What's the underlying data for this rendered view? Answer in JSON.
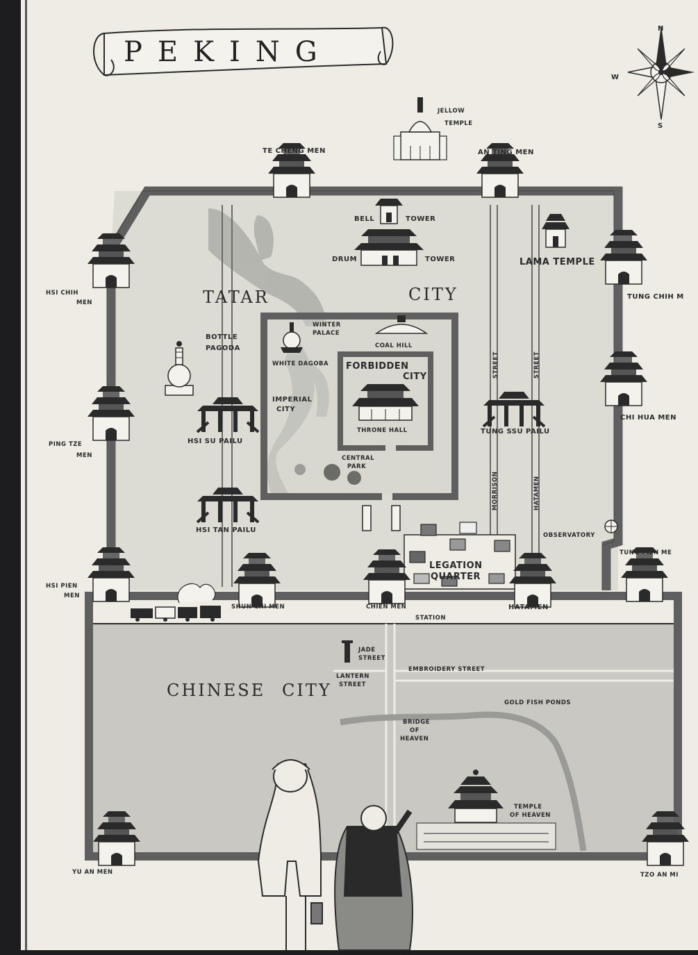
{
  "map": {
    "title": "PEKING",
    "compass": {
      "north": "N",
      "south": "S",
      "west": "W"
    },
    "districts": {
      "tatar": "TATAR",
      "tatar_city": "CITY",
      "chinese": "CHINESE",
      "chinese_city": "CITY"
    },
    "gates": {
      "te_cheng_men": "TE CHENG MEN",
      "an_ting_men": "AN TING MEN",
      "hsi_chih_men_1": "HSI CHIH",
      "hsi_chih_men_2": "MEN",
      "tung_chih_men": "TUNG CHIH M",
      "ping_tze_men_1": "PING TZE",
      "ping_tze_men_2": "MEN",
      "chi_hua_men": "CHI HUA MEN",
      "hsi_pien_men_1": "HSI PIEN",
      "hsi_pien_men_2": "MEN",
      "tung_pien_men": "TUNG PIEN ME",
      "shun_chi_men": "SHUN CHI MEN",
      "chien_men": "CHIEN MEN",
      "hatamen_gate": "HATAMEN",
      "yu_an_men": "YU AN MEN",
      "tzo_an_men": "TZO AN MI"
    },
    "landmarks": {
      "jellow_temple_1": "JELLOW",
      "jellow_temple_2": "TEMPLE",
      "bell": "BELL",
      "bell_tower": "TOWER",
      "drum": "DRUM",
      "drum_tower": "TOWER",
      "lama_temple": "LAMA TEMPLE",
      "bottle_pagoda_1": "BOTTLE",
      "bottle_pagoda_2": "PAGODA",
      "winter_palace_1": "WINTER",
      "winter_palace_2": "PALACE",
      "coal_hill": "COAL HILL",
      "white_dagoba": "WHITE DAGOBA",
      "forbidden_city_1": "FORBIDDEN",
      "forbidden_city_2": "CITY",
      "imperial_city_1": "IMPERIAL",
      "imperial_city_2": "CITY",
      "throne_hall": "THRONE HALL",
      "central_park_1": "CENTRAL",
      "central_park_2": "PARK",
      "hsi_su_pailu": "HSI SU PAILU",
      "tung_ssu_pailu": "TUNG SSU PAILU",
      "hsi_tan_pailu": "HSI TAN PAILU",
      "observatory": "OBSERVATORY",
      "legation_quarter_1": "LEGATION",
      "legation_quarter_2": "QUARTER",
      "station": "STATION",
      "jade_street_1": "JADE",
      "jade_street_2": "STREET",
      "lantern_street_1": "LANTERN",
      "lantern_street_2": "STREET",
      "embroidery_street": "EMBROIDERY STREET",
      "gold_fish_ponds": "GOLD FISH PONDS",
      "bridge_of_heaven_1": "BRIDGE",
      "bridge_of_heaven_2": "OF",
      "bridge_of_heaven_3": "HEAVEN",
      "temple_of_heaven_1": "TEMPLE",
      "temple_of_heaven_2": "OF HEAVEN"
    },
    "streets": {
      "street_1": "STREET",
      "street_2": "STREET",
      "morrison": "MORRISON",
      "hatamen": "HATAMEN"
    },
    "colors": {
      "paper": "#eeece5",
      "inner": "#dcdbd4",
      "wall": "#5f5f5f",
      "wash": "#a9a9a5",
      "ink": "#2a2a2a"
    }
  }
}
